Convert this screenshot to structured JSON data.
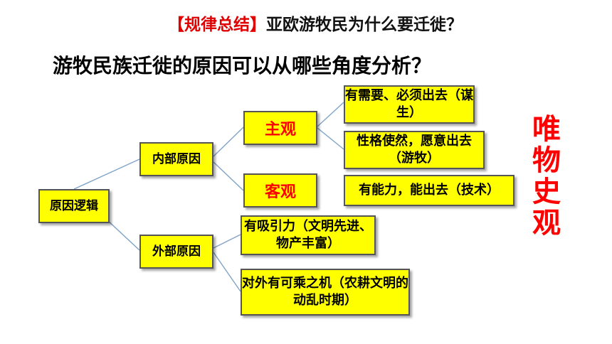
{
  "header": {
    "tag": "【规律总结】",
    "question": "亚欧游牧民为什么要迁徙？"
  },
  "question": "游牧民族迁徙的原因可以从哪些角度分析？",
  "tree": {
    "root": "原因逻辑",
    "internal": "内部原因",
    "external": "外部原因",
    "subjective": "主观",
    "objective": "客观",
    "need": "有需要、必须出去（谋生）",
    "nature": "性格使然，愿意出去（游牧）",
    "ability": "有能力，能出去（技术）",
    "attraction": "有吸引力（文明先进、物产丰富）",
    "opportunity": "对外有可乘之机（农耕文明的动乱时期）"
  },
  "side_label": "唯物史观",
  "colors": {
    "box_fill": "#ffff00",
    "accent_red": "#ff0000",
    "link": "#7fa3c8"
  }
}
